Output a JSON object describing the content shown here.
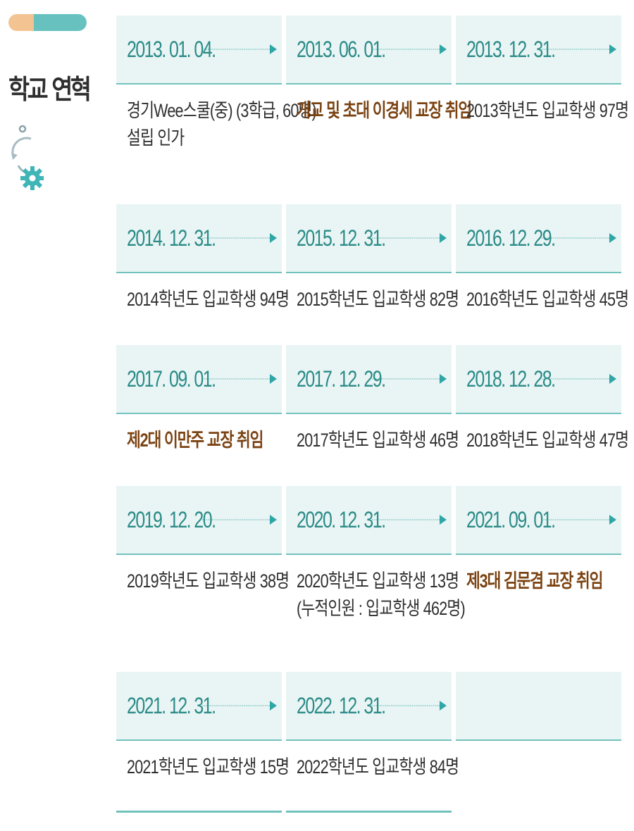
{
  "sidebar": {
    "title": "학교 연혁",
    "accent_colors": {
      "orange": "#f4c392",
      "teal": "#67c2bf"
    },
    "icon": "gear-cycle-icon"
  },
  "timeline": [
    {
      "date": "2013. 01. 04.",
      "lines": [
        "경기Wee스쿨(중) (3학급, 60명)",
        "설립 인가"
      ],
      "highlight": false
    },
    {
      "date": "2013. 06. 01.",
      "lines": [
        "개교 및 초대 이경세 교장 취임"
      ],
      "highlight": true
    },
    {
      "date": "2013. 12. 31.",
      "lines": [
        "2013학년도 입교학생 97명"
      ],
      "highlight": false
    },
    {
      "date": "2014. 12. 31.",
      "lines": [
        "2014학년도 입교학생 94명"
      ],
      "highlight": false
    },
    {
      "date": "2015. 12. 31.",
      "lines": [
        "2015학년도 입교학생 82명"
      ],
      "highlight": false
    },
    {
      "date": "2016. 12. 29.",
      "lines": [
        "2016학년도 입교학생 45명"
      ],
      "highlight": false
    },
    {
      "date": "2017. 09. 01.",
      "lines": [
        "제2대 이만주 교장 취임"
      ],
      "highlight": true
    },
    {
      "date": "2017. 12. 29.",
      "lines": [
        "2017학년도 입교학생 46명"
      ],
      "highlight": false
    },
    {
      "date": "2018. 12. 28.",
      "lines": [
        "2018학년도 입교학생 47명"
      ],
      "highlight": false
    },
    {
      "date": "2019. 12. 20.",
      "lines": [
        "2019학년도 입교학생 38명"
      ],
      "highlight": false
    },
    {
      "date": "2020. 12. 31.",
      "lines": [
        "2020학년도 입교학생 13명",
        "(누적인원 : 입교학생 462명)"
      ],
      "highlight": false
    },
    {
      "date": "2021. 09. 01.",
      "lines": [
        "제3대 김문겸 교장 취임"
      ],
      "highlight": true
    },
    {
      "date": "2021. 12. 31.",
      "lines": [
        "2021학년도 입교학생 15명"
      ],
      "highlight": false
    },
    {
      "date": "2022. 12. 31.",
      "lines": [
        "2022학년도 입교학생 84명"
      ],
      "highlight": false
    }
  ],
  "colors": {
    "date": "#2b8b88",
    "highlight_text": "#7b4312",
    "header_bg": "#e9f5f4",
    "rule": "#71c1bd"
  }
}
